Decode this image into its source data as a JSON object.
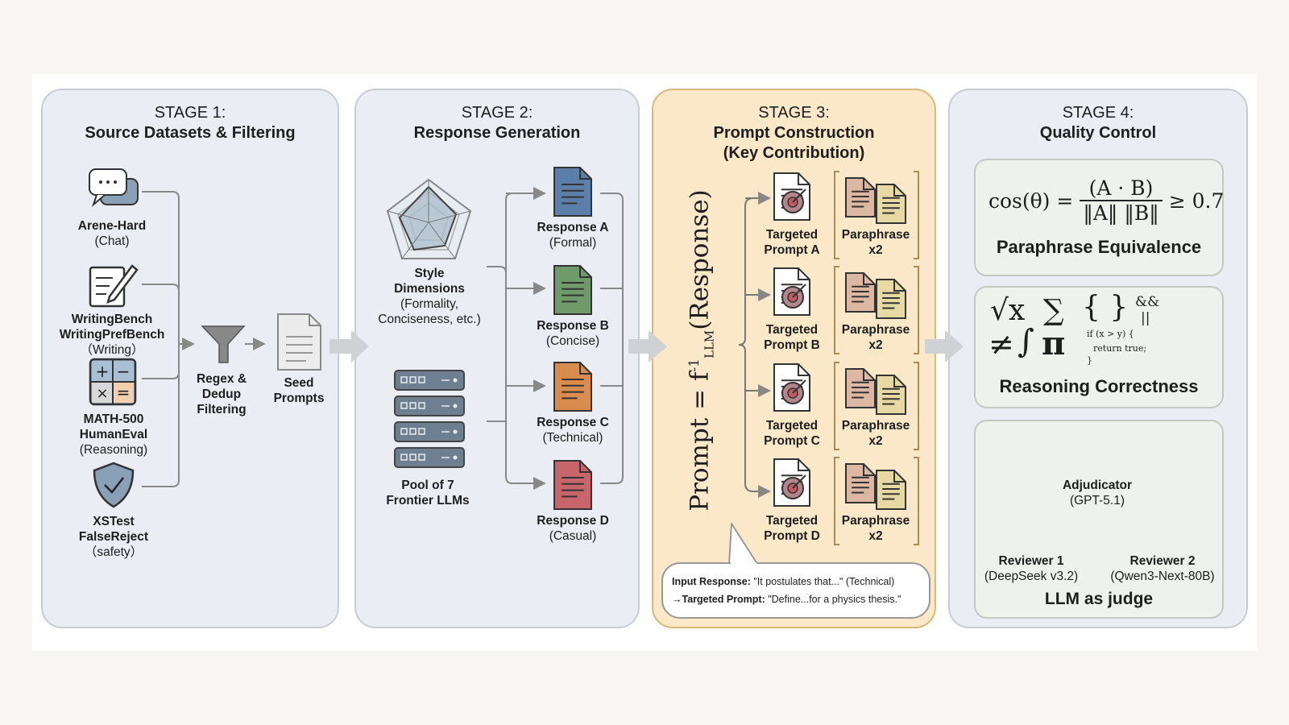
{
  "stage1": {
    "title": "STAGE 1:",
    "subtitle": "Source Datasets & Filtering",
    "sources": [
      {
        "name": "Arene-Hard",
        "sub": "(Chat)",
        "icon": "chat-bubbles-icon"
      },
      {
        "name": "WritingBench",
        "name2": "WritingPrefBench",
        "sub": "（Writing）",
        "icon": "document-pen-icon"
      },
      {
        "name": "MATH-500",
        "name2": "HumanEval",
        "sub": "(Reasoning)",
        "icon": "calculator-icon"
      },
      {
        "name": "XSTest",
        "name2": "FalseReject",
        "sub": "（safety）",
        "icon": "shield-check-icon"
      }
    ],
    "filter_label": [
      "Regex &",
      "Dedup",
      "Filtering"
    ],
    "seed_label": [
      "Seed",
      "Prompts"
    ]
  },
  "stage2": {
    "title": "STAGE 2:",
    "subtitle": "Response Generation",
    "style_label": [
      "Style",
      "Dimensions"
    ],
    "style_sub": [
      "(Formality,",
      "Conciseness, etc.)"
    ],
    "pool_label": [
      "Pool of 7",
      "Frontier LLMs"
    ],
    "responses": [
      {
        "name": "Response A",
        "sub": "(Formal)",
        "color": "#5b7fa8"
      },
      {
        "name": "Response B",
        "sub": "(Concise)",
        "color": "#6f9b6a"
      },
      {
        "name": "Response C",
        "sub": "(Technical)",
        "color": "#d88d4e"
      },
      {
        "name": "Response D",
        "sub": "(Casual)",
        "color": "#c8656a"
      }
    ]
  },
  "stage3": {
    "title": "STAGE 3:",
    "subtitle": "Prompt Construction",
    "subtitle2": "(Key Contribution)",
    "formula_left": "Prompt = f",
    "formula_sup": "-1",
    "formula_sub": "LLM",
    "formula_right": "(Response)",
    "prompts": [
      {
        "line1": "Targeted",
        "line2": "Prompt A"
      },
      {
        "line1": "Targeted",
        "line2": "Prompt B"
      },
      {
        "line1": "Targeted",
        "line2": "Prompt C"
      },
      {
        "line1": "Targeted",
        "line2": "Prompt D"
      }
    ],
    "paraphrase": [
      "Paraphrase",
      "x2"
    ],
    "example_input_label": "Input Response:",
    "example_input_text": " \"It postulates that...\" (Technical)",
    "example_output_label": "→Targeted Prompt:",
    "example_output_text": " \"Define...for a physics thesis.\""
  },
  "stage4": {
    "title": "STAGE 4:",
    "subtitle": "Quality Control",
    "cos_lhs": "cos(θ) =",
    "cos_num": "(A · B)",
    "cos_den": "‖A‖ ‖B‖",
    "cos_rhs": "≥ 0.7",
    "paraphrase_title": "Paraphrase Equivalence",
    "reasoning_title": "Reasoning Correctness",
    "symbols": {
      "sqrt": "√x",
      "sum": "∑",
      "braces": "{ }",
      "and": "&&",
      "or": "||",
      "neq": "≠",
      "int": "∫",
      "pi": "π",
      "code1": "if (x > y) {",
      "code2": "return true;",
      "code3": "}"
    },
    "adjudicator": "Adjudicator",
    "adjudicator_model": "(GPT-5.1)",
    "reviewer1": "Reviewer 1",
    "reviewer1_model": "(DeepSeek v3.2)",
    "reviewer2": "Reviewer 2",
    "reviewer2_model": "(Qwen3-Next-80B)",
    "judge_title": "LLM as judge"
  },
  "colors": {
    "panel": "#eaedf3",
    "stage3_panel": "#fbe8c8",
    "check": "#5aa35a",
    "connector": "#888888",
    "big_arrow": "#cfd1d4"
  }
}
